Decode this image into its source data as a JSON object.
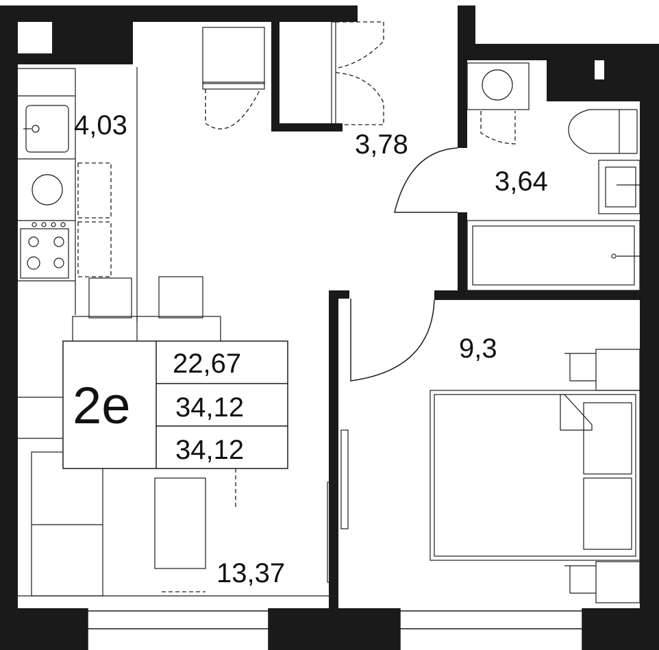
{
  "unit": {
    "type_label": "2e",
    "areas": [
      "22,67",
      "34,12",
      "34,12"
    ]
  },
  "rooms": {
    "kitchen": "4,03",
    "hall": "3,78",
    "bathroom": "3,64",
    "bedroom": "9,3",
    "living": "13,37"
  },
  "colors": {
    "wall": "#1a1a1a",
    "background": "#ffffff"
  }
}
